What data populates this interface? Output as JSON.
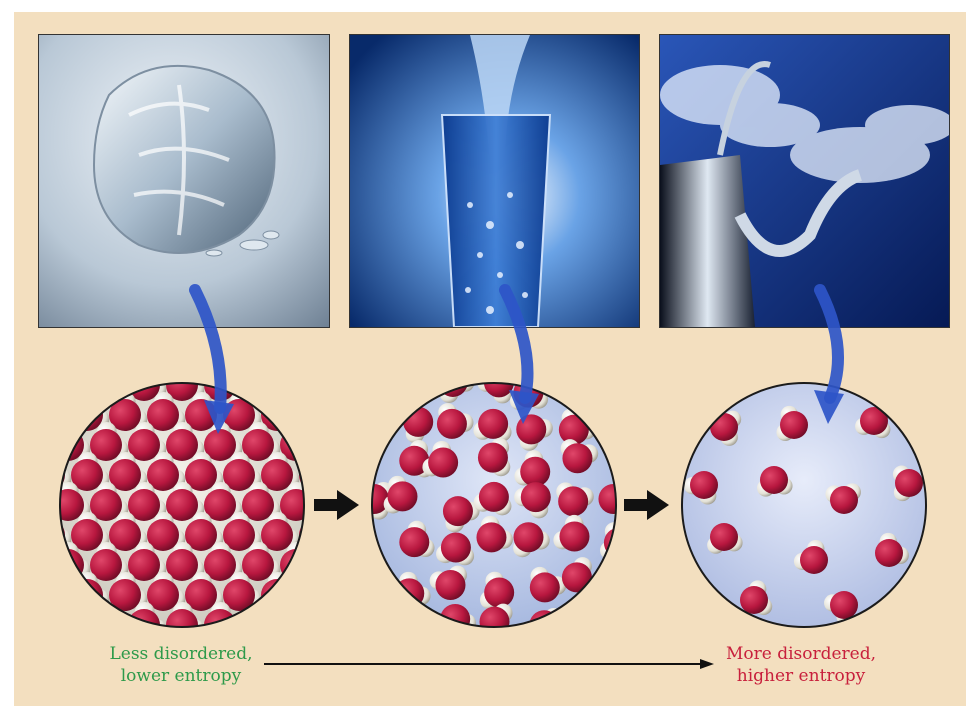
{
  "colors": {
    "background": "#f3dfbf",
    "oxygen": "#b8173f",
    "hydrogen": "#e9e7de",
    "arrow_blue": "#2e55c8",
    "less_label": "#2e9a4a",
    "more_label": "#c8203c"
  },
  "panels": [
    {
      "state": "solid",
      "icon": "ice-cube-icon"
    },
    {
      "state": "liquid",
      "icon": "water-glass-icon"
    },
    {
      "state": "gas",
      "icon": "steaming-kettle-icon"
    }
  ],
  "captions": {
    "left_line1": "Less disordered,",
    "left_line2": "lower entropy",
    "right_line1": "More disordered,",
    "right_line2": "higher entropy"
  }
}
